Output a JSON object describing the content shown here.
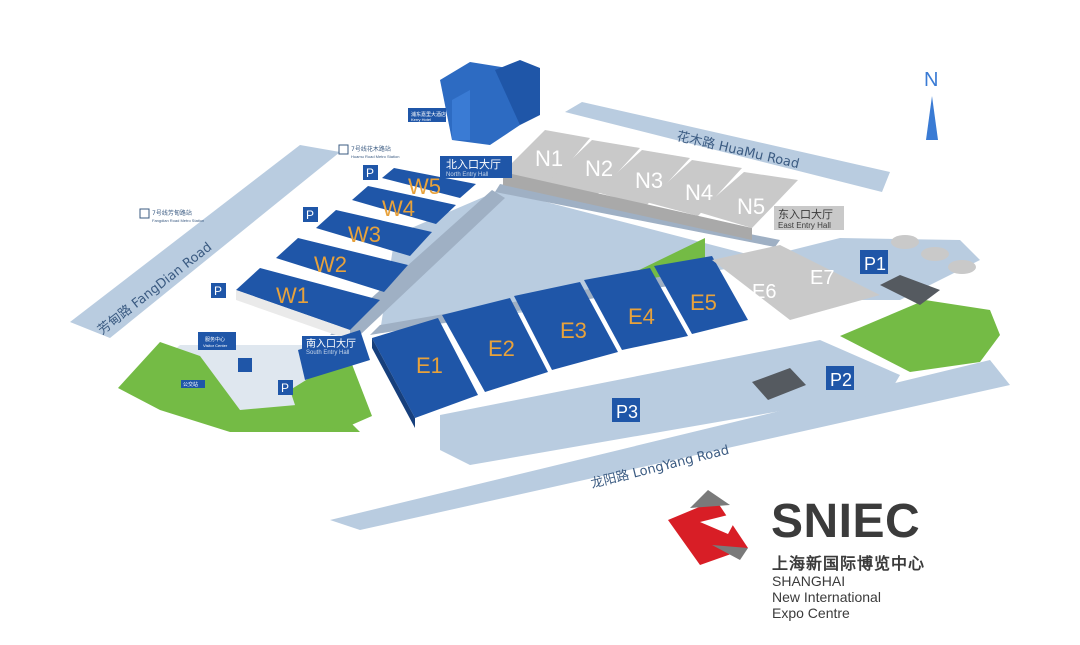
{
  "compass": {
    "label": "N"
  },
  "roads": {
    "north": "花木路 HuaMu Road",
    "south": "龙阳路 LongYang Road",
    "west": "芳甸路 FangDian Road"
  },
  "halls": {
    "north": [
      "N1",
      "N2",
      "N3",
      "N4",
      "N5"
    ],
    "west": [
      "W1",
      "W2",
      "W3",
      "W4",
      "W5"
    ],
    "east": [
      "E1",
      "E2",
      "E3",
      "E4",
      "E5",
      "E6",
      "E7"
    ]
  },
  "entrances": {
    "north_cn": "北入口大厅",
    "north_en": "North Entry Hall",
    "east_cn": "东入口大厅",
    "east_en": "East Entry Hall",
    "south_cn": "南入口大厅",
    "south_en": "South Entry Hall"
  },
  "parking": {
    "p1": "P1",
    "p2": "P2",
    "p3": "P3",
    "p": "P"
  },
  "stations": {
    "huamu_cn": "7号线花木路站",
    "huamu_en": "Huamu Road Metro Station",
    "longyang_cn": "7号线芳甸路站",
    "longyang_en": "Fangdian Road Metro Station"
  },
  "misc": {
    "hotel": "浦东嘉里大酒店",
    "hotel_en": "Kerry Hotel",
    "visitor_cn": "服务中心",
    "visitor_en": "Visitor Center",
    "bus": "公交站"
  },
  "logo": {
    "title": "SNIEC",
    "cn": "上海新国际博览中心",
    "en1": "SHANGHAI",
    "en2": "New International",
    "en3": "Expo Centre"
  },
  "colors": {
    "hall_blue": "#1f56a8",
    "road": "#b9cce0",
    "grass": "#74bb45",
    "grey_hall": "#c9c9c9",
    "hall_text_gold": "#e8a23b",
    "brand_red": "#d81e26"
  }
}
